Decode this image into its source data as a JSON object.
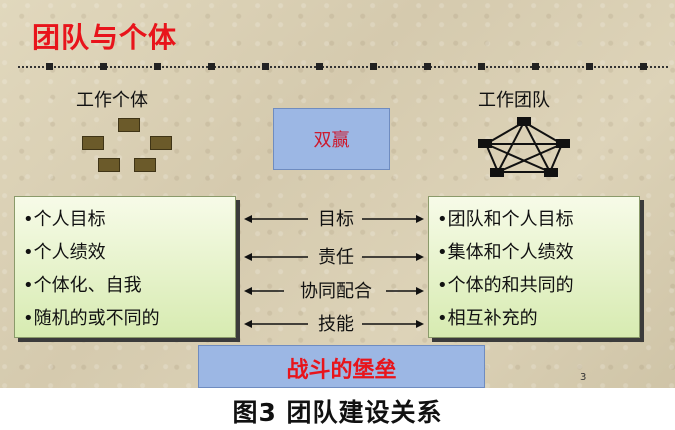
{
  "slide": {
    "title": "团队与个体",
    "individual_label": "工作个体",
    "team_label": "工作团队",
    "win_win": "双赢",
    "left_items": [
      "•个人目标",
      "•个人绩效",
      "•个体化、自我",
      "•随机的或不同的"
    ],
    "right_items": [
      "•团队和个人目标",
      "•集体和个人绩效",
      "•个体的和共同的",
      "•相互补充的"
    ],
    "middle_labels": [
      "目标",
      "责任",
      "协同配合",
      "技能"
    ],
    "bottom_banner": "战斗的堡垒",
    "page_number": "3"
  },
  "caption": "图3  团队建设关系",
  "colors": {
    "title_red": "#e8141b",
    "panel_green": "#d7ebb1",
    "box_blue": "#9cb7e4",
    "win_red": "#cc1a2e"
  }
}
